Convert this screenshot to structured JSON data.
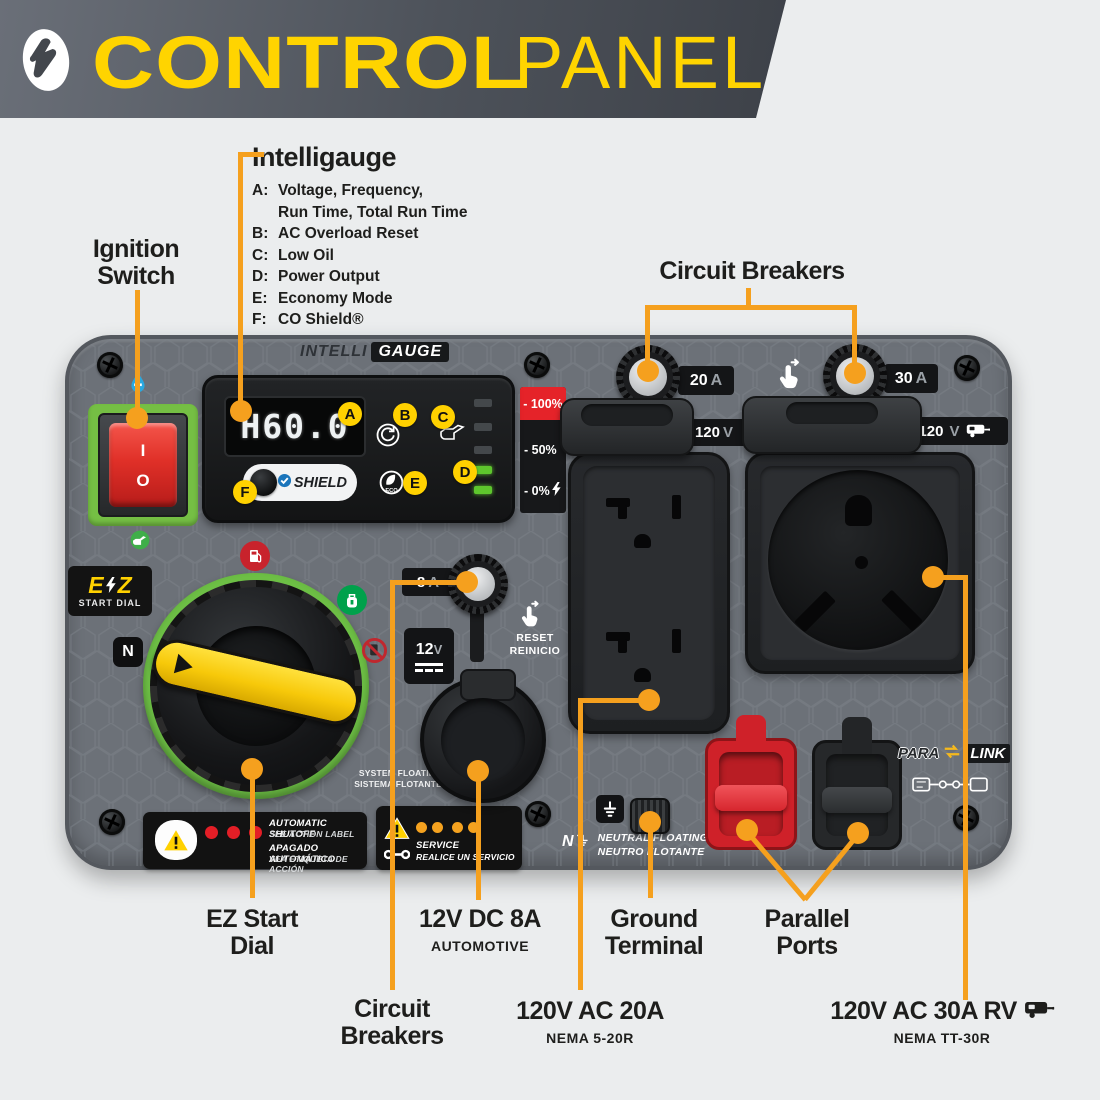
{
  "header": {
    "title_bold": "CONTROL",
    "title_light": "PANEL"
  },
  "callouts": {
    "intelligauge": {
      "title": "Intelligauge",
      "items": [
        {
          "key": "A:",
          "line1": "Voltage, Frequency,",
          "line2": "Run Time, Total Run Time"
        },
        {
          "key": "B:",
          "line1": "AC Overload Reset"
        },
        {
          "key": "C:",
          "line1": "Low Oil"
        },
        {
          "key": "D:",
          "line1": "Power Output"
        },
        {
          "key": "E:",
          "line1": "Economy Mode"
        },
        {
          "key": "F:",
          "line1": "CO Shield®"
        }
      ]
    },
    "ignition": {
      "line1": "Ignition",
      "line2": "Switch"
    },
    "breakers_top": {
      "title": "Circuit Breakers"
    },
    "ez_dial": {
      "line1": "EZ Start",
      "line2": "Dial"
    },
    "breakers_bottom": {
      "line1": "Circuit",
      "line2": "Breakers"
    },
    "dc_outlet": {
      "line1": "12V DC 8A",
      "line2": "AUTOMOTIVE"
    },
    "ac20": {
      "line1": "120V AC 20A",
      "line2": "NEMA 5-20R"
    },
    "ground": {
      "line1": "Ground",
      "line2": "Terminal"
    },
    "parallel": {
      "line1": "Parallel",
      "line2": "Ports"
    },
    "ac30": {
      "line1": "120V AC 30A RV",
      "line2": "NEMA TT-30R"
    }
  },
  "panel": {
    "gauge_logo": {
      "left": "INTELLI",
      "right": "GAUGE"
    },
    "lcd_value": "H60.0",
    "key_a": "A",
    "key_b": "B",
    "key_c": "C",
    "key_d": "D",
    "key_e": "E",
    "key_f": "F",
    "co_shield": {
      "c": "C",
      "word": "SHIELD"
    },
    "eco": "ECO",
    "meter": {
      "p100": "- 100%",
      "p50": "- 50%",
      "p0": "- 0%"
    },
    "ignition_switch": {
      "on": "I",
      "off": "O"
    },
    "ez_badge": {
      "e": "E",
      "z": "Z",
      "sub": "START DIAL"
    },
    "dial_n": "N",
    "breaker8": {
      "value": "8",
      "unit": "A"
    },
    "breaker20": {
      "value": "20",
      "unit": "A"
    },
    "breaker30": {
      "value": "30",
      "unit": "A"
    },
    "outlet20_badge": {
      "value": "120",
      "unit": "V"
    },
    "outlet30_badge": {
      "value": "120",
      "unit": "V"
    },
    "dc_badge": {
      "value": "12",
      "unit": "V"
    },
    "reset": {
      "line1": "RESET",
      "line2": "REINICIO"
    },
    "floating": {
      "line1": "SYSTEM FLOATING",
      "line2": "SISTEMA FLOTANTE"
    },
    "shutoff": {
      "line1": "AUTOMATIC SHUTOFF",
      "line2": "SEE ACTION LABEL",
      "line3": "APAGADO AUTOMÁTICO",
      "line4": "VEA ETIQUETA DE ACCIÓN"
    },
    "service": {
      "line1": "SERVICE",
      "line2": "REALICE UN SERVICIO"
    },
    "neutral": {
      "n": "N",
      "line1": "NEUTRAL FLOATING",
      "line2": "NEUTRO FLOTANTE"
    },
    "paralink": {
      "left": "PARA",
      "right": "LINK"
    }
  },
  "icons": {
    "brand": "snap-finger-icon",
    "touch": "press-to-reset-icon",
    "rv": "rv-trailer-icon",
    "warning": "warning-triangle-icon",
    "wrench": "service-wrench-icon",
    "ground": "ground-symbol-icon",
    "fuel": "gasoline-icon",
    "propane": "propane-icon",
    "oil": "low-oil-icon",
    "choke": "choke-icon",
    "eco": "economy-mode-icon",
    "overload": "overload-reset-icon",
    "co_shield": "co-shield-check-icon",
    "bolt": "lightning-bolt-icon",
    "paralink_arrows": "parallel-link-arrows-icon",
    "paralink_diagram": "parallel-link-generators-icon",
    "screw": "screw-icon",
    "fuel_off": "fuel-shutoff-icon",
    "n_position": "n-position-icon"
  },
  "colors": {
    "accent_orange": "#f5a01e",
    "accent_yellow": "#ffd400",
    "panel_gray": "#6c7178",
    "switch_red": "#d7252b",
    "frame_green": "#75bf44",
    "led_green": "#5ec62d",
    "meter_red": "#e52329",
    "port_red": "#cf2129"
  }
}
